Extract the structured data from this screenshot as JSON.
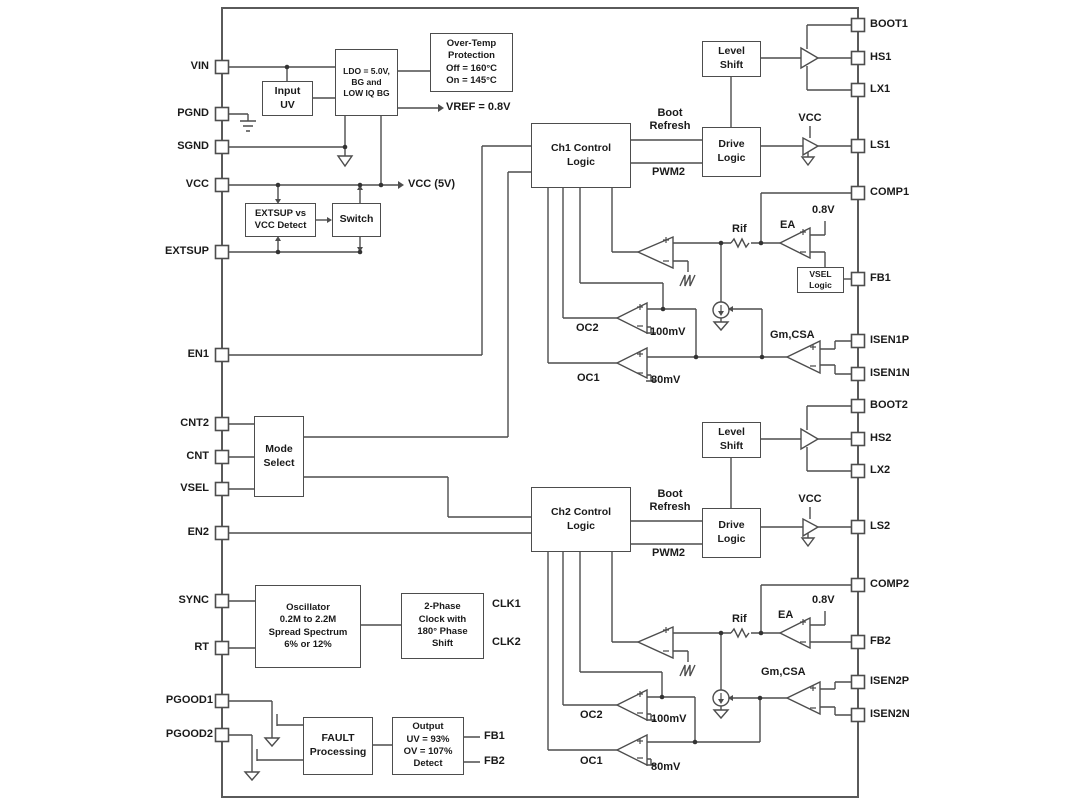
{
  "diagram": {
    "pins": {
      "left": [
        "VIN",
        "PGND",
        "SGND",
        "VCC",
        "EXTSUP",
        "EN1",
        "CNT2",
        "CNT",
        "VSEL",
        "EN2",
        "SYNC",
        "RT",
        "PGOOD1",
        "PGOOD2"
      ],
      "right": [
        "BOOT1",
        "HS1",
        "LX1",
        "LS1",
        "COMP1",
        "FB1",
        "ISEN1P",
        "ISEN1N",
        "BOOT2",
        "HS2",
        "LX2",
        "LS2",
        "COMP2",
        "FB2",
        "ISEN2P",
        "ISEN2N"
      ]
    },
    "boxes": {
      "input_uv": "Input\nUV",
      "ldo": "LDO = 5.0V,\nBG and\nLOW IQ BG",
      "overtemp": "Over-Temp\nProtection\nOff = 160°C\nOn = 145°C",
      "extsup_detect": "EXTSUP vs\nVCC Detect",
      "switch": "Switch",
      "mode_select": "Mode\nSelect",
      "ch1_logic": "Ch1 Control\nLogic",
      "ch2_logic": "Ch2 Control\nLogic",
      "level_shift": "Level\nShift",
      "drive_logic": "Drive\nLogic",
      "vsel_logic": "VSEL\nLogic",
      "oscillator": "Oscillator\n0.2M to 2.2M\nSpread Spectrum\n6% or 12%",
      "clock": "2-Phase\nClock with\n180° Phase\nShift",
      "fault": "FAULT\nProcessing",
      "output_detect": "Output\nUV = 93%\nOV = 107%\nDetect"
    },
    "labels": {
      "vref": "VREF = 0.8V",
      "vcc5v": "VCC (5V)",
      "vcc": "VCC",
      "boot_refresh": "Boot\nRefresh",
      "pwm2": "PWM2",
      "ea": "EA",
      "v08": "0.8V",
      "rif": "Rif",
      "oc1": "OC1",
      "oc2": "OC2",
      "mv100": "100mV",
      "mv80": "80mV",
      "gm_csa": "Gm,CSA",
      "clk1": "CLK1",
      "clk2": "CLK2",
      "fb1": "FB1",
      "fb2": "FB2"
    }
  }
}
